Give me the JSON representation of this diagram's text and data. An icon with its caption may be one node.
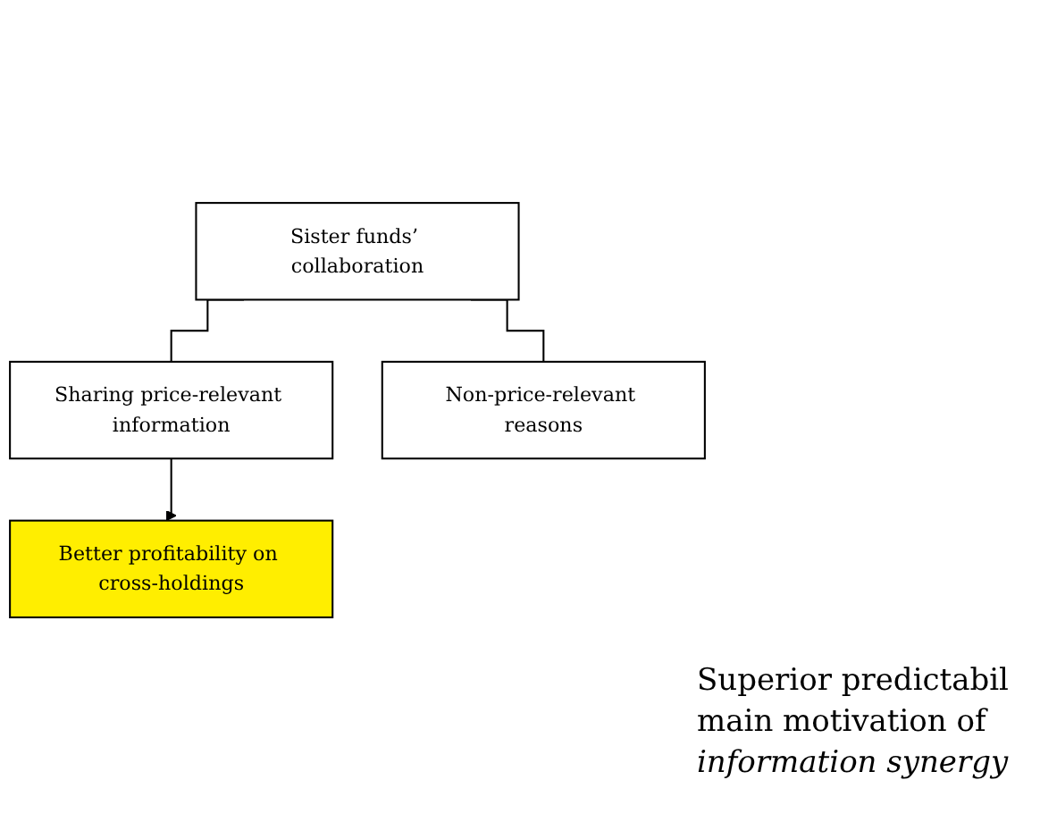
{
  "diagram": {
    "nodes": [
      {
        "text": [
          "Sister funds’ collaboration"
        ]
      },
      {
        "text": [
          "Sharing price-relevant information"
        ]
      },
      {
        "text": [
          "Non-price-relevant reasons"
        ]
      },
      {
        "text": [
          "Better profitability on cross-holdings"
        ]
      }
    ],
    "edges": [
      {
        "from": 0,
        "to": 1,
        "arrow": "none"
      },
      {
        "from": 0,
        "to": 2,
        "arrow": "none"
      },
      {
        "from": 1,
        "to": 3,
        "arrow": "to"
      }
    ],
    "labels": [
      "Superior predictabil main motivation of",
      "information synergy"
    ]
  }
}
